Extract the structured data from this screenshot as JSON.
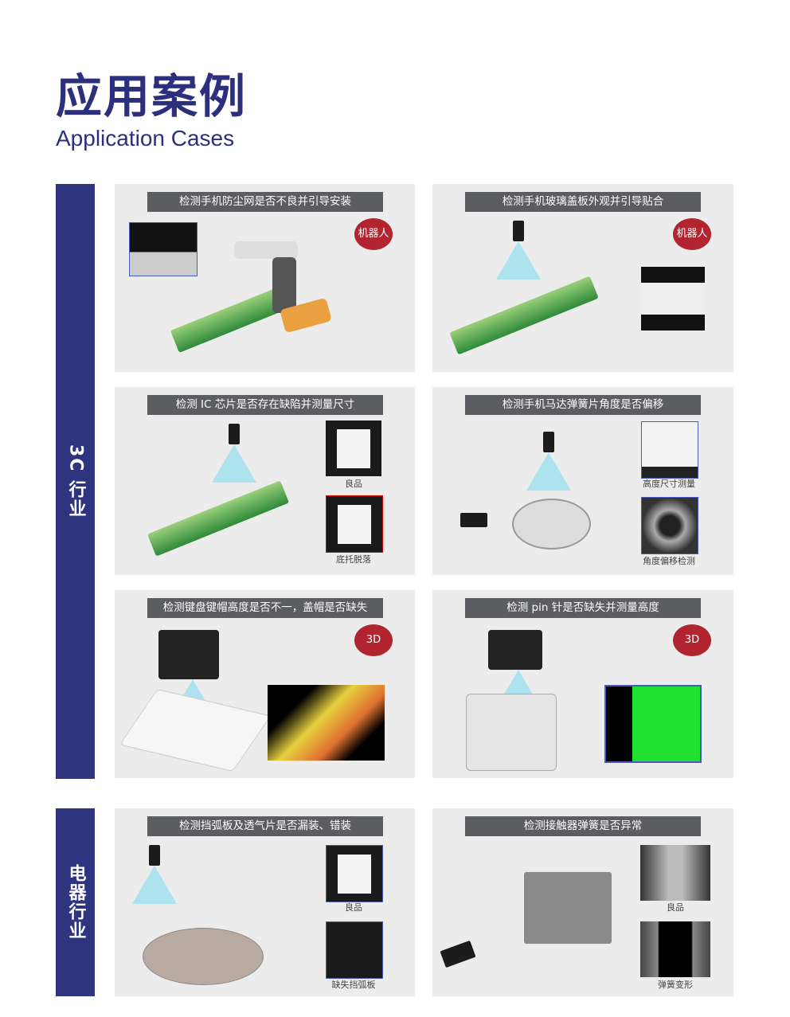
{
  "header": {
    "title_cn": "应用案例",
    "title_en": "Application Cases"
  },
  "sections": [
    {
      "label": "3C 行业"
    },
    {
      "label": "电器行业"
    }
  ],
  "cards": [
    {
      "caption": "检测手机防尘网是否不良并引导安装",
      "badge": "机器人"
    },
    {
      "caption": "检测手机玻璃盖板外观并引导贴合",
      "badge": "机器人"
    },
    {
      "caption": "检测 IC 芯片是否存在缺陷并测量尺寸",
      "thumb_labels": [
        "良品",
        "底托脱落"
      ]
    },
    {
      "caption": "检测手机马达弹簧片角度是否偏移",
      "thumb_labels": [
        "高度尺寸测量",
        "角度偏移检测"
      ]
    },
    {
      "caption": "检测键盘键帽高度是否不一，盖帽是否缺失",
      "badge": "3D"
    },
    {
      "caption": "检测 pin 针是否缺失并测量高度",
      "badge": "3D"
    },
    {
      "caption": "检测挡弧板及透气片是否漏装、错装",
      "thumb_labels": [
        "良品",
        "缺失挡弧板"
      ]
    },
    {
      "caption": "检测接触器弹簧是否异常",
      "thumb_labels": [
        "良品",
        "弹簧变形"
      ]
    }
  ]
}
